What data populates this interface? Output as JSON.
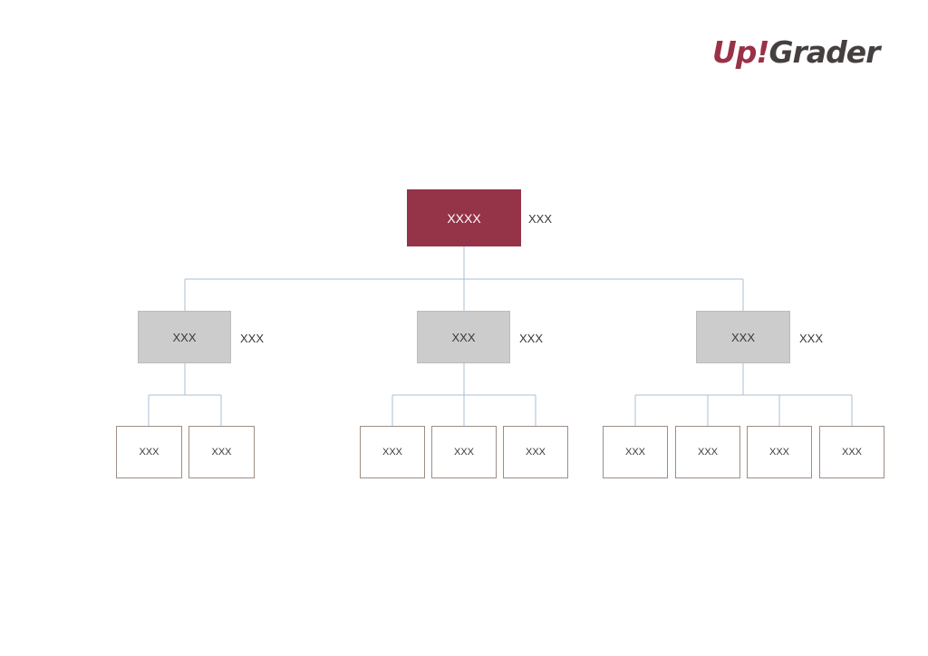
{
  "logo": {
    "part1": "Up!",
    "part2": "Grader"
  },
  "colors": {
    "root": "#953348",
    "mid": "#cccccc",
    "leaf_border": "#9e8e86",
    "connector": "#a8bfd6"
  },
  "org_chart": {
    "root": {
      "label": "XXXX",
      "note": "XXX"
    },
    "groups": [
      {
        "label": "XXX",
        "note": "XXX",
        "children": [
          "XXX",
          "XXX"
        ]
      },
      {
        "label": "XXX",
        "note": "XXX",
        "children": [
          "XXX",
          "XXX",
          "XXX"
        ]
      },
      {
        "label": "XXX",
        "note": "XXX",
        "children": [
          "XXX",
          "XXX",
          "XXX",
          "XXX"
        ]
      }
    ]
  }
}
